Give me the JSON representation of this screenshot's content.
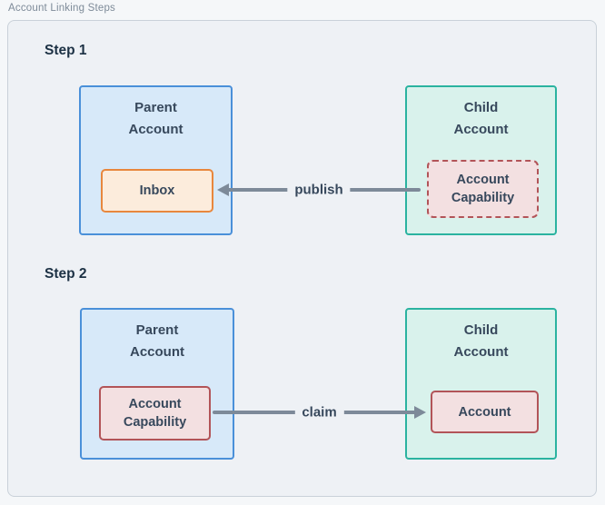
{
  "diagram": {
    "title": "Account Linking Steps"
  },
  "steps": [
    {
      "label": "Step 1",
      "parent_node": {
        "title": "Parent Account",
        "inner_label": "Inbox"
      },
      "child_node": {
        "title": "Child Account",
        "inner_label": "Account Capability"
      },
      "arrow": {
        "label": "publish",
        "direction": "left",
        "from": "Account Capability (Child Account)",
        "to": "Inbox (Parent Account)"
      }
    },
    {
      "label": "Step 2",
      "parent_node": {
        "title": "Parent Account",
        "inner_label": "Account Capability"
      },
      "child_node": {
        "title": "Child Account",
        "inner_label": "Account"
      },
      "arrow": {
        "label": "claim",
        "direction": "right",
        "from": "Account Capability (Parent Account)",
        "to": "Account (Child Account)"
      }
    }
  ],
  "colors": {
    "page_bg": "#f5f7f9",
    "container_bg": "#eef1f5",
    "container_border": "#c9d1d9",
    "parent_node_fill": "#d7e9f9",
    "parent_node_border": "#4a90d9",
    "child_node_fill": "#d9f2ec",
    "child_node_border": "#2bb3a0",
    "inbox_fill": "#fcecdc",
    "inbox_border": "#e8873d",
    "capability_fill": "#f3e0e1",
    "capability_border": "#b25458",
    "arrow": "#7d8a99",
    "heading_text": "#1c3144",
    "node_text": "#37485c",
    "title_text": "#7e8b99"
  }
}
